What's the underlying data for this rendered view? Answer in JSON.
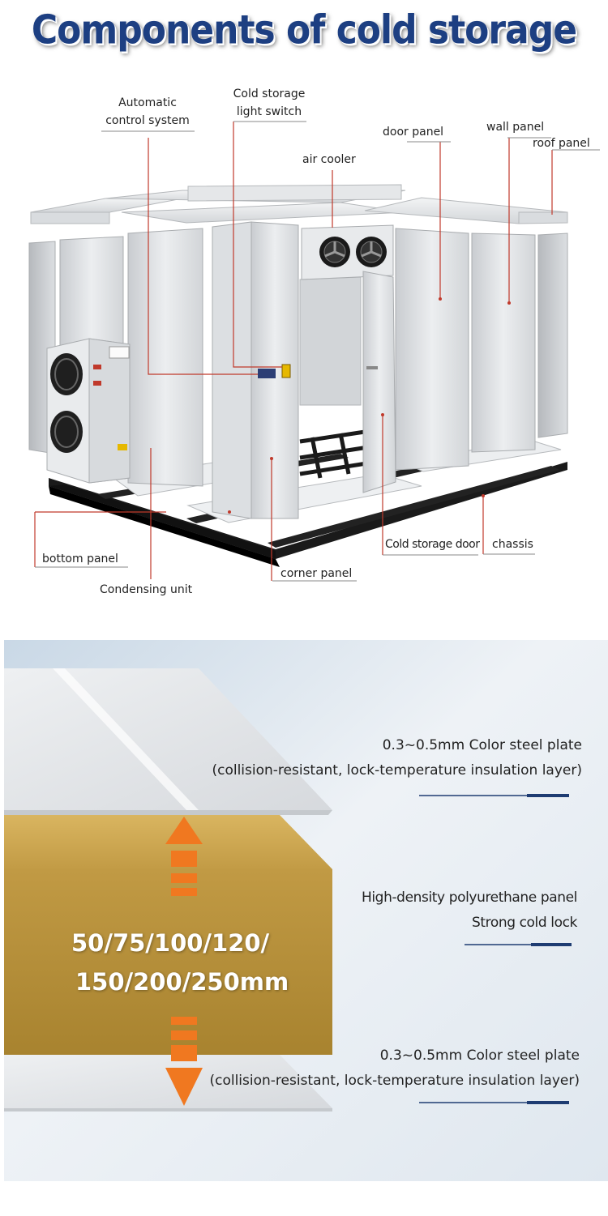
{
  "title": "Components of cold storage",
  "labels": {
    "automatic_control_system": [
      "Automatic",
      "control system"
    ],
    "light_switch": [
      "Cold storage",
      "light switch"
    ],
    "door_panel": "door panel",
    "wall_panel": "wall panel",
    "roof_panel": "roof panel",
    "air_cooler": "air cooler",
    "bottom_panel": "bottom panel",
    "condensing_unit": "Condensing unit",
    "corner_panel": "corner panel",
    "cold_storage_door": "Cold storage door",
    "chassis": "chassis"
  },
  "layers": {
    "top_plate": [
      "0.3~0.5mm Color steel plate",
      "(collision-resistant, lock-temperature insulation layer)"
    ],
    "core": [
      "High-density polyurethane panel",
      "Strong cold lock"
    ],
    "bottom_plate": [
      "0.3~0.5mm Color steel plate",
      "(collision-resistant, lock-temperature insulation layer)"
    ],
    "thickness": [
      "50/75/100/120/",
      "150/200/250mm"
    ]
  },
  "colors": {
    "title": "#1d3f82",
    "leader_line": "#c0392b",
    "arrow": "#f07820",
    "foam": "#b8903c",
    "accent_line": "#1e3c72"
  },
  "icons": [
    "fan-icon",
    "arrow-up-icon",
    "arrow-down-icon"
  ]
}
